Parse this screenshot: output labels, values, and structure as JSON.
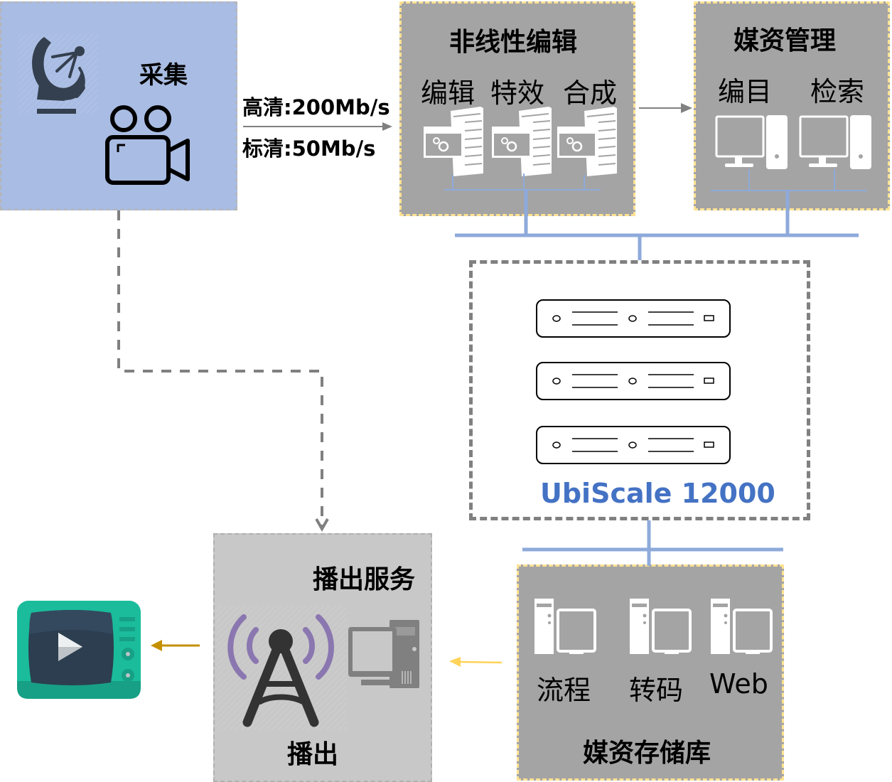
{
  "capture": {
    "title": "采集",
    "icons": [
      "satellite-dish-icon",
      "video-camera-icon"
    ],
    "bg_color": "#a9bce3"
  },
  "link_capture_to_nle": {
    "hd_label": "高清:200Mb/s",
    "sd_label": "标清:50Mb/s"
  },
  "nle": {
    "title": "非线性编辑",
    "items": [
      {
        "label": "编辑",
        "icon": "server-settings-icon"
      },
      {
        "label": "特效",
        "icon": "server-settings-icon"
      },
      {
        "label": "合成",
        "icon": "server-settings-icon"
      }
    ]
  },
  "mam": {
    "title": "媒资管理",
    "items": [
      {
        "label": "编目",
        "icon": "desktop-computer-icon"
      },
      {
        "label": "检索",
        "icon": "desktop-computer-icon"
      }
    ]
  },
  "storage": {
    "product_name": "UbiScale 12000",
    "units": 3,
    "accent_color": "#4472c4"
  },
  "media_library": {
    "title": "媒资存储库",
    "items": [
      {
        "label": "流程",
        "icon": "workstation-icon"
      },
      {
        "label": "转码",
        "icon": "workstation-icon"
      },
      {
        "label": "Web",
        "icon": "workstation-icon"
      }
    ]
  },
  "playout": {
    "title": "播出服务",
    "subtitle": "播出",
    "icons": [
      "broadcast-tower-icon",
      "desktop-pc-icon"
    ]
  },
  "tv": {
    "icon": "tv-play-icon"
  },
  "colors": {
    "network_line": "#8eaadb",
    "yellow_border": "#ffe293",
    "gray_panel": "#a4a4a4",
    "playout_panel": "#c8c8c8",
    "arrow_gray": "#808080",
    "arrow_gold": "#c49000",
    "arrow_yellow": "#ffd35a"
  }
}
